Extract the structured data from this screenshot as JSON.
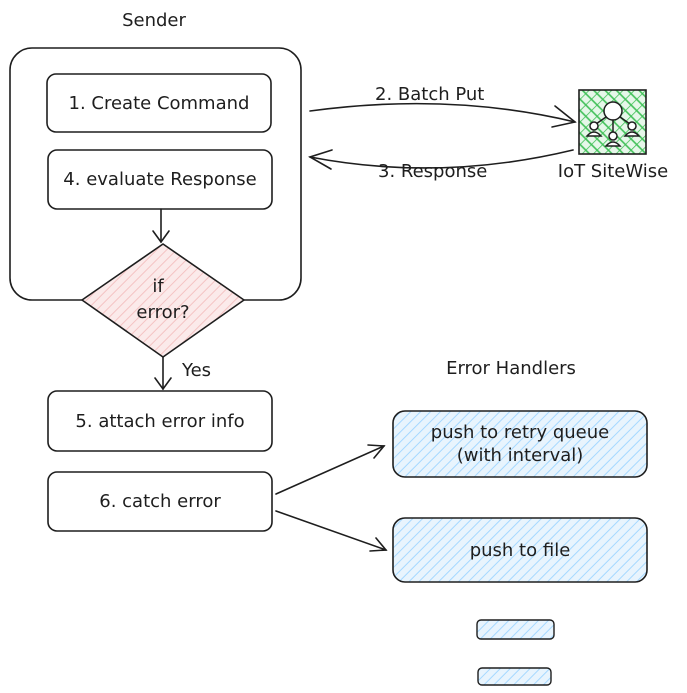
{
  "sender": {
    "title": "Sender",
    "step1": "1. Create Command",
    "step4": "4. evaluate Response",
    "decision_line1": "if",
    "decision_line2": "error?",
    "yes_label": "Yes",
    "step5": "5. attach error info",
    "step6": "6. catch error"
  },
  "iot": {
    "label": "IoT SiteWise",
    "batch_put": "2. Batch Put",
    "response": "3. Response"
  },
  "handlers": {
    "title": "Error Handlers",
    "retry_line1": "push to retry queue",
    "retry_line2": "(with interval)",
    "file": "push to file"
  },
  "colors": {
    "stroke": "#1e1e1e",
    "handler_fill": "#a5d8ff",
    "decision_fill": "#ffc9c9",
    "iot_fill": "#40c057"
  }
}
